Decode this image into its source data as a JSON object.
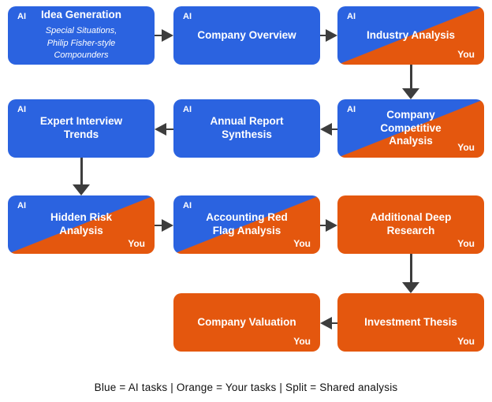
{
  "colors": {
    "blue": "#2b63e0",
    "orange": "#e4570e",
    "arrow": "#3d3d3d",
    "text": "#111111"
  },
  "tags": {
    "ai": "AI",
    "you": "You"
  },
  "legend": {
    "text": "Blue = AI tasks  |  Orange = Your tasks  |  Split = Shared analysis"
  },
  "nodes": [
    {
      "title": "Idea Generation",
      "type": "ai",
      "subtitle": [
        "Special Situations,",
        "Philip Fisher-style",
        "Compounders"
      ]
    },
    {
      "title": "Company Overview",
      "type": "ai"
    },
    {
      "title": "Industry Analysis",
      "type": "shared"
    },
    {
      "title": "Expert Interview Trends",
      "type": "ai"
    },
    {
      "title": "Annual Report Synthesis",
      "type": "ai"
    },
    {
      "title": "Company Competitive Analysis",
      "type": "shared"
    },
    {
      "title": "Hidden Risk Analysis",
      "type": "shared"
    },
    {
      "title": "Accounting Red Flag Analysis",
      "type": "shared"
    },
    {
      "title": "Additional Deep Research",
      "type": "you"
    },
    {
      "title": "Company Valuation",
      "type": "you"
    },
    {
      "title": "Investment Thesis",
      "type": "you"
    }
  ]
}
